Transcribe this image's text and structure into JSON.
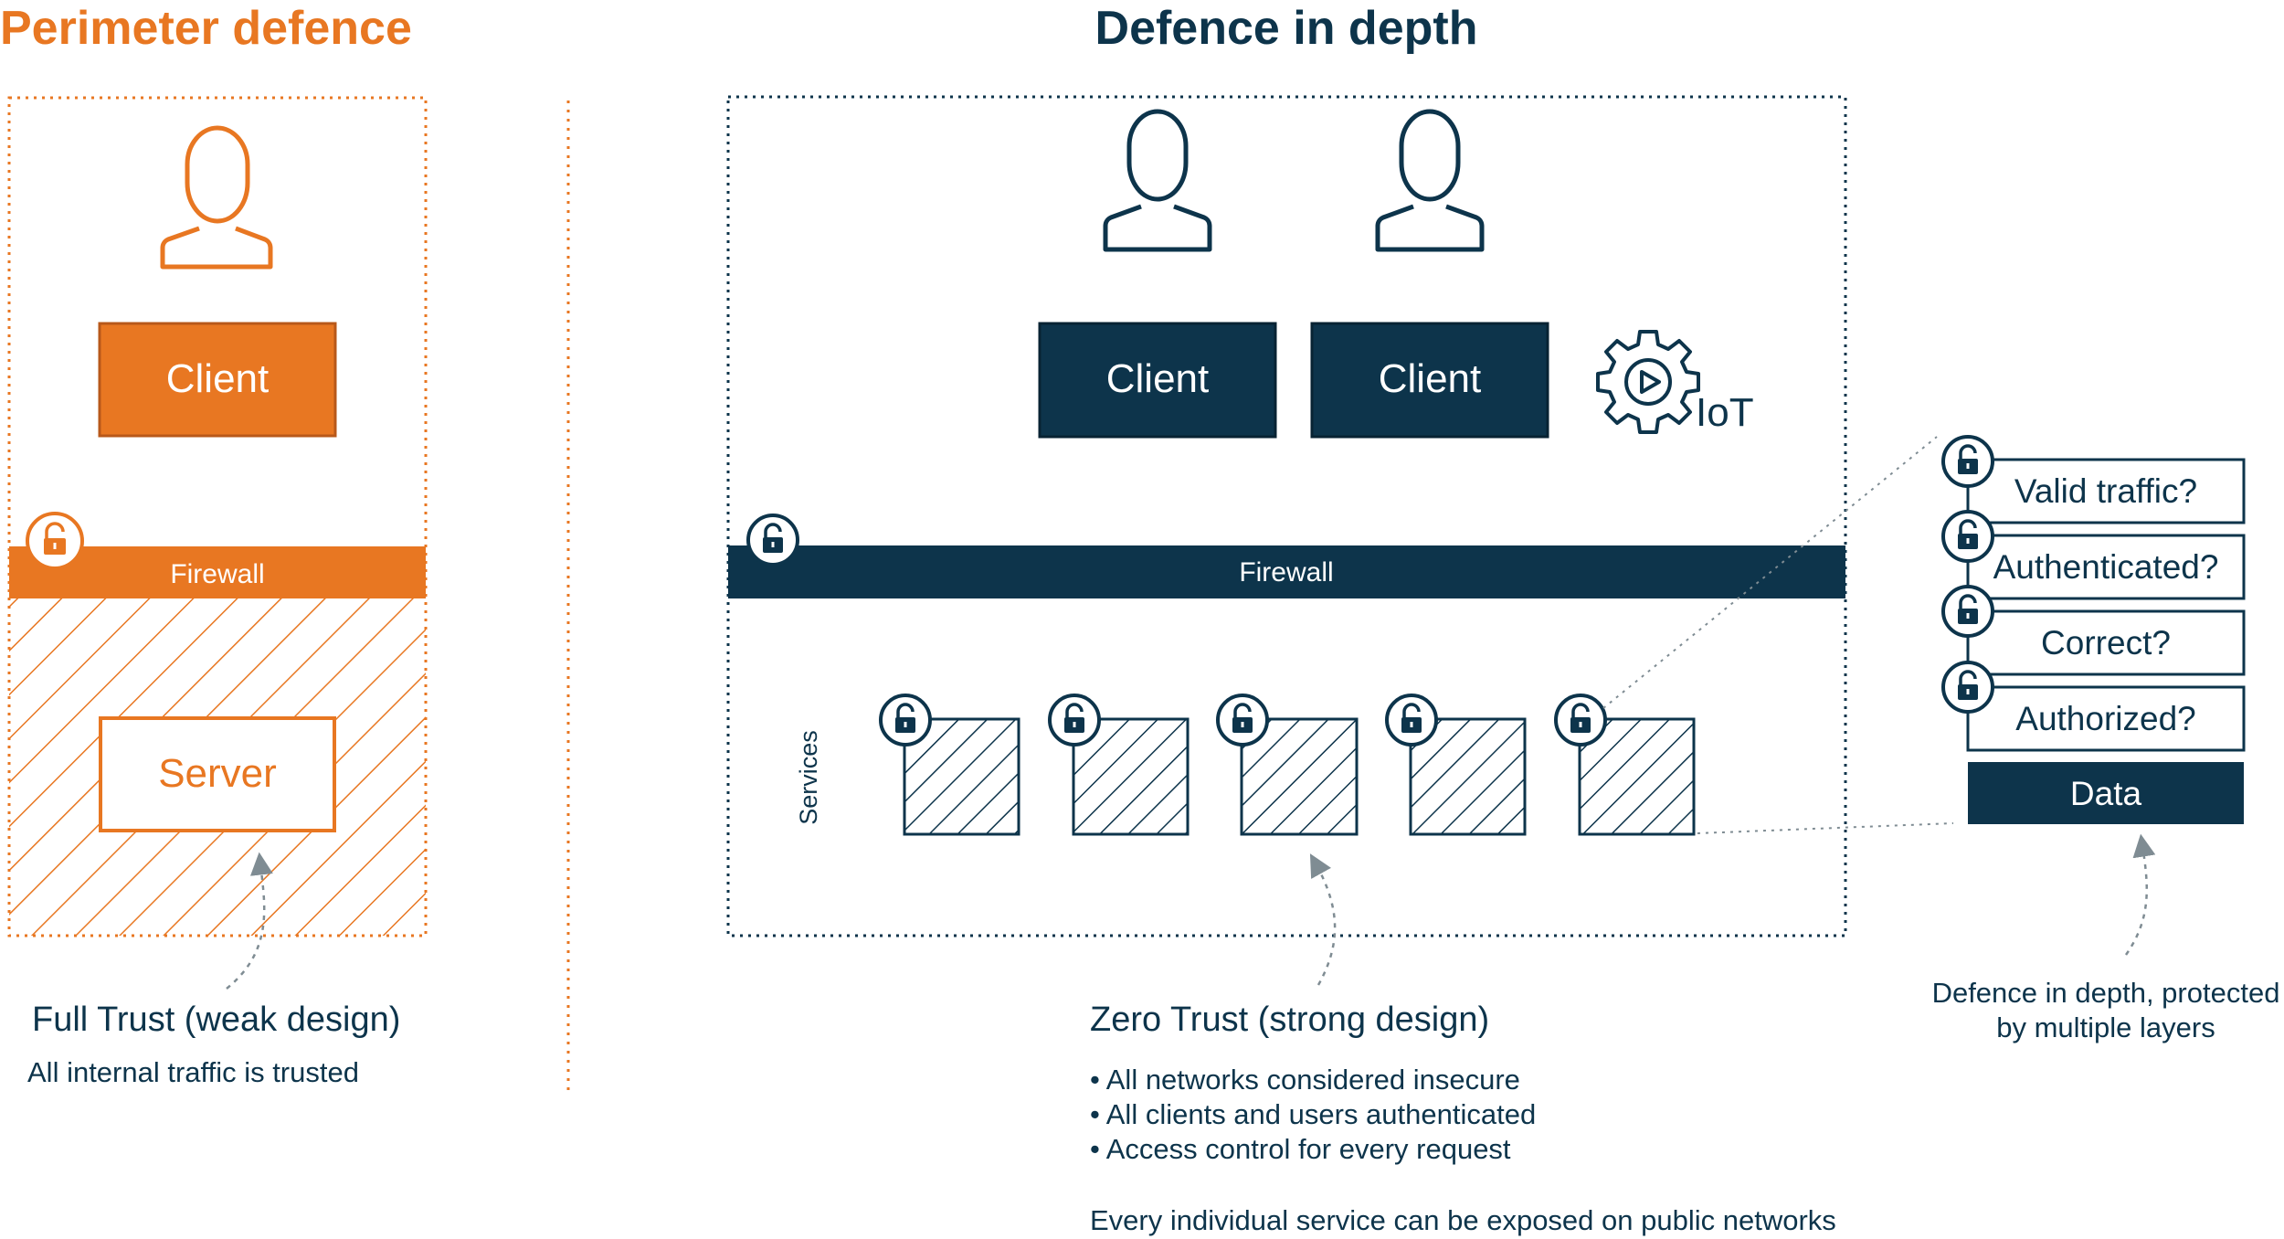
{
  "colors": {
    "orange": "#E87722",
    "navy": "#0D344B",
    "gray_dotted": "#7F8C93",
    "white": "#FFFFFF"
  },
  "left": {
    "title": "Perimeter defence",
    "client_label": "Client",
    "firewall_label": "Firewall",
    "server_label": "Server",
    "caption_title": "Full Trust (weak design)",
    "caption_sub": "All internal traffic is trusted",
    "icons": [
      "user-icon",
      "lock-icon"
    ]
  },
  "right": {
    "title": "Defence in depth",
    "client_labels": [
      "Client",
      "Client"
    ],
    "iot_label": "IoT",
    "firewall_label": "Firewall",
    "services_label": "Services",
    "caption_title": "Zero Trust (strong design)",
    "bullets": [
      "• All networks considered insecure",
      "• All clients and users authenticated",
      "• Access control for every request"
    ],
    "footer": "Every individual service can be exposed on public networks",
    "icons": [
      "user-icon",
      "gear-play-icon",
      "lock-icon"
    ]
  },
  "layers": {
    "checks": [
      "Valid traffic?",
      "Authenticated?",
      "Correct?",
      "Authorized?"
    ],
    "data_label": "Data",
    "caption_line1": "Defence in depth, protected",
    "caption_line2": "by multiple layers"
  }
}
